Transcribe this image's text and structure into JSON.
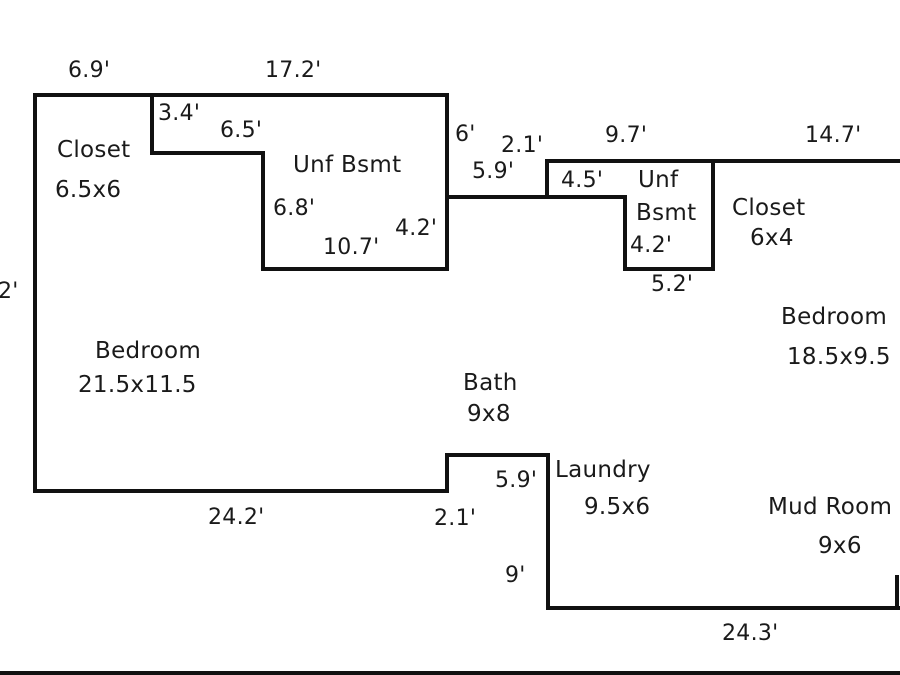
{
  "floorplan": {
    "rooms": {
      "closet_left": {
        "name": "Closet",
        "size": "6.5x6"
      },
      "unf_bsmt_left": {
        "name": "Unf Bsmt"
      },
      "unf_bsmt_right": {
        "name_line1": "Unf",
        "name_line2": "Bsmt"
      },
      "closet_right": {
        "name": "Closet",
        "size": "6x4"
      },
      "bedroom_left": {
        "name": "Bedroom",
        "size": "21.5x11.5"
      },
      "bath": {
        "name": "Bath",
        "size": "9x8"
      },
      "bedroom_right": {
        "name": "Bedroom",
        "size": "18.5x9.5"
      },
      "laundry": {
        "name": "Laundry",
        "size": "9.5x6"
      },
      "mud_room": {
        "name": "Mud Room",
        "size": "9x6"
      }
    },
    "dimensions": {
      "top_left": "6.9'",
      "top_mid": "17.2'",
      "closet_notch_w": "3.4'",
      "notch_step": "6.5'",
      "bsmt_left_h": "6.8'",
      "bsmt_bottom": "10.7'",
      "bsmt_right_h": "4.2'",
      "corridor_h": "6'",
      "corridor_len": "5.9'",
      "small_step": "2.1'",
      "top_right_mid": "9.7'",
      "top_right": "14.7'",
      "right_notch_w": "4.5'",
      "right_bsmt_h": "4.2'",
      "right_bsmt_bottom": "5.2'",
      "left_wall": "2'",
      "bottom_left": "24.2'",
      "bottom_step": "2.1'",
      "laundry_h": "5.9'",
      "laundry_wall": "9'",
      "bottom_right": "24.3'"
    }
  }
}
